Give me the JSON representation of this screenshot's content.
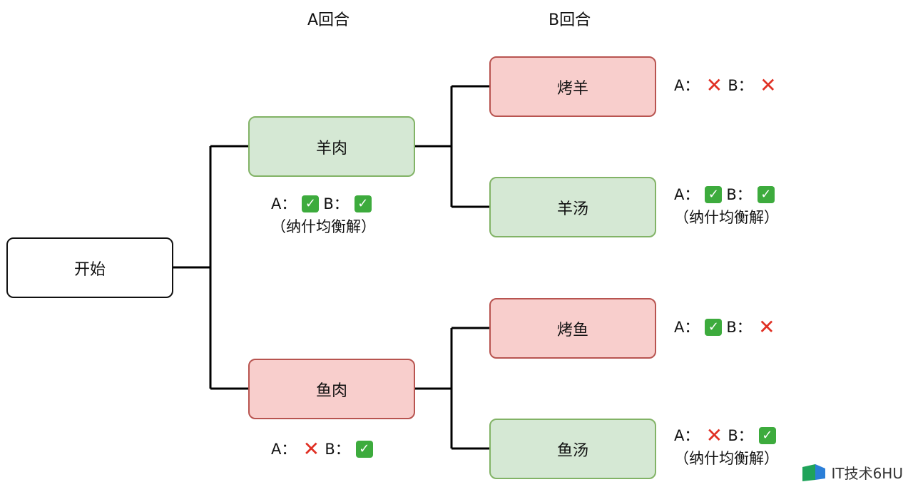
{
  "rounds": {
    "a": "A回合",
    "b": "B回合"
  },
  "nodes": {
    "start": "开始",
    "lamb": "羊肉",
    "fish": "鱼肉",
    "roast_lamb": "烤羊",
    "lamb_soup": "羊汤",
    "roast_fish": "烤鱼",
    "fish_soup": "鱼汤"
  },
  "results": {
    "lamb": {
      "a_label": "A：",
      "a": "check",
      "b_label": "B：",
      "b": "check",
      "note": "（纳什均衡解）"
    },
    "fish": {
      "a_label": "A：",
      "a": "cross",
      "b_label": "B：",
      "b": "check"
    },
    "roast_lamb": {
      "a_label": "A：",
      "a": "cross",
      "b_label": "B：",
      "b": "cross"
    },
    "lamb_soup": {
      "a_label": "A：",
      "a": "check",
      "b_label": "B：",
      "b": "check",
      "note": "（纳什均衡解）"
    },
    "roast_fish": {
      "a_label": "A：",
      "a": "check",
      "b_label": "B：",
      "b": "cross"
    },
    "fish_soup": {
      "a_label": "A：",
      "a": "cross",
      "b_label": "B：",
      "b": "check",
      "note": "（纳什均衡解）"
    }
  },
  "symbols": {
    "check": "✓",
    "cross": "✕"
  },
  "colors": {
    "green_fill": "#d5e8d4",
    "green_border": "#82b366",
    "red_fill": "#f8cecc",
    "red_border": "#b85450"
  },
  "watermark": {
    "text": "IT技术6HU",
    "icon": "logo-icon"
  }
}
